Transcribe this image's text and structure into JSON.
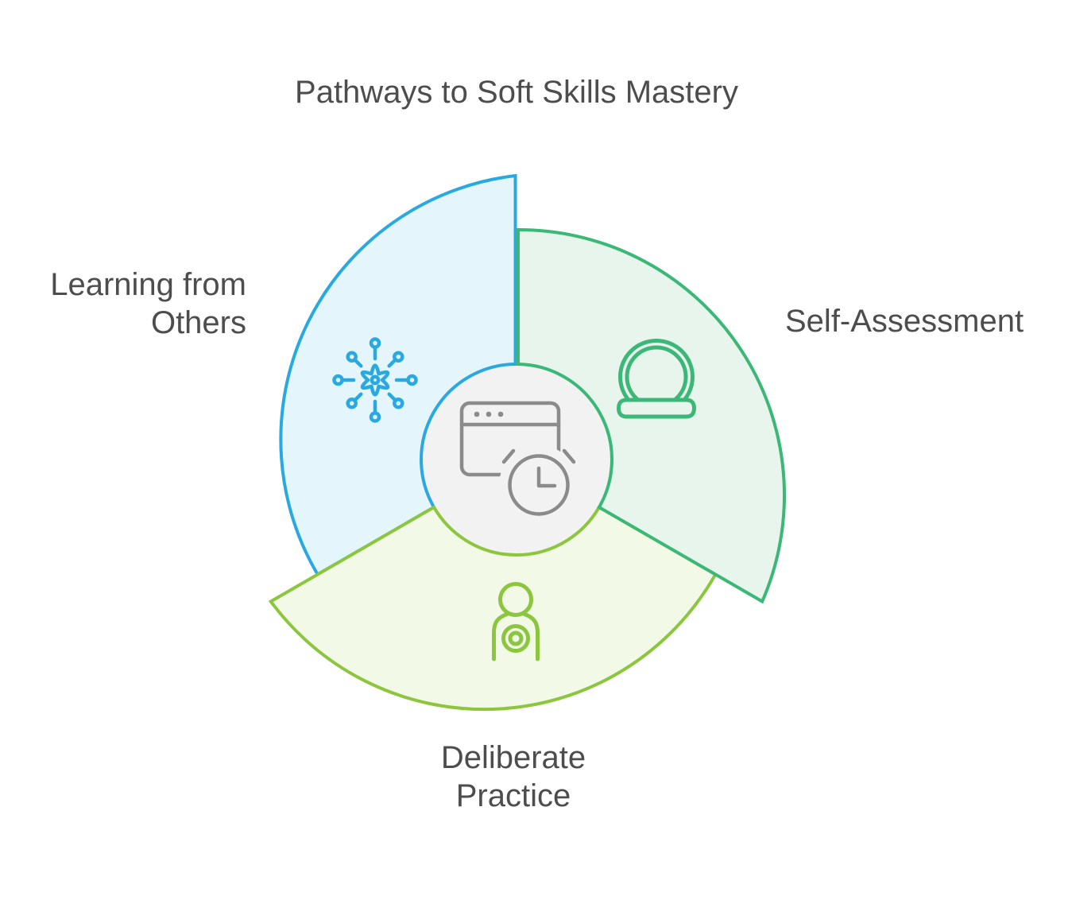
{
  "title": "Pathways to Soft Skills Mastery",
  "colors": {
    "background": "#FFFFFF",
    "text": "#4D4D4D",
    "blue": "#2AA9E1",
    "blue-fill": "#E4F6FC",
    "green": "#3BB877",
    "green-fill": "#E7F5EC",
    "lime": "#8CC63F",
    "lime-fill": "#F3F9E7",
    "hub-fill": "#F2F2F2",
    "icon-gray": "#8B8B8B"
  },
  "segments": [
    {
      "id": "learning-from-others",
      "label": "Learning from\nOthers",
      "icon": "network-hub-icon",
      "color": "#2AA9E1"
    },
    {
      "id": "self-assessment",
      "label": "Self-Assessment",
      "icon": "mirror-icon",
      "color": "#3BB877"
    },
    {
      "id": "deliberate-practice",
      "label": "Deliberate\nPractice",
      "icon": "person-target-icon",
      "color": "#8CC63F"
    }
  ],
  "center": {
    "icon": "browser-clock-icon"
  }
}
